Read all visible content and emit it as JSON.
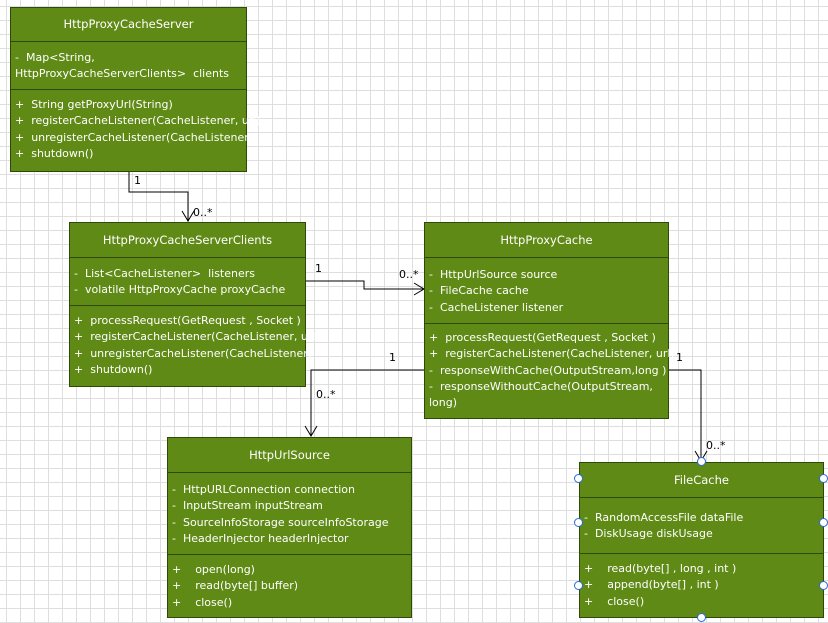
{
  "diagram": {
    "classes": [
      {
        "id": "server",
        "name": "HttpProxyCacheServer",
        "attributes": [
          "-  Map<String,",
          "HttpProxyCacheServerClients>  clients"
        ],
        "operations": [
          "+  String getProxyUrl(String)",
          "+  registerCacheListener(CacheListener, url)",
          "+  unregisterCacheListener(CacheListener)",
          "+  shutdown()"
        ]
      },
      {
        "id": "clients",
        "name": "HttpProxyCacheServerClients",
        "attributes": [
          "-  List<CacheListener>  listeners",
          "-  volatile HttpProxyCache proxyCache"
        ],
        "operations": [
          "+  processRequest(GetRequest , Socket )",
          "+  registerCacheListener(CacheListener, url)",
          "+  unregisterCacheListener(CacheListener)",
          "+  shutdown()"
        ]
      },
      {
        "id": "cache",
        "name": "HttpProxyCache",
        "attributes": [
          "-  HttpUrlSource source",
          "-  FileCache cache",
          "-  CacheListener listener"
        ],
        "operations": [
          "+  processRequest(GetRequest , Socket )",
          "+  registerCacheListener(CacheListener, url)",
          "-  responseWithCache(OutputStream,long )",
          "-  responseWithoutCache(OutputStream,",
          "long)"
        ]
      },
      {
        "id": "source",
        "name": "HttpUrlSource",
        "attributes": [
          "-  HttpURLConnection connection",
          "-  InputStream inputStream",
          "-  SourceInfoStorage sourceInfoStorage",
          "-  HeaderInjector headerInjector"
        ],
        "operations": [
          "+    open(long)",
          "+    read(byte[] buffer)",
          "+    close()"
        ]
      },
      {
        "id": "filecache",
        "name": "FileCache",
        "attributes": [
          "-  RandomAccessFile dataFile",
          "-  DiskUsage diskUsage"
        ],
        "operations": [
          "+    read(byte[] , long , int )",
          "+    append(byte[] , int )",
          "+    close()"
        ]
      }
    ],
    "associations": [
      {
        "from": "server",
        "to": "clients",
        "source_mult": "1",
        "target_mult": "0..*"
      },
      {
        "from": "clients",
        "to": "cache",
        "source_mult": "1",
        "target_mult": "0..*"
      },
      {
        "from": "cache",
        "to": "source",
        "source_mult": "1",
        "target_mult": "0..*"
      },
      {
        "from": "cache",
        "to": "filecache",
        "source_mult": "1",
        "target_mult": "0..*"
      }
    ],
    "colors": {
      "class_fill": "#5f8a15",
      "class_border": "#2f4a08",
      "class_text": "#ffffff",
      "line": "#000000",
      "selection_handle": "#2a6ad8"
    }
  }
}
